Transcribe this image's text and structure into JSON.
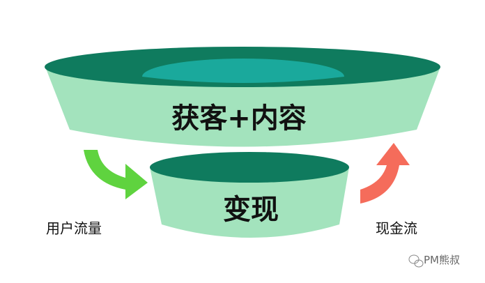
{
  "top_funnel": {
    "label": "获客+内容"
  },
  "bottom_funnel": {
    "label": "变现"
  },
  "left_arrow": {
    "label": "用户流量"
  },
  "right_arrow": {
    "label": "现金流"
  },
  "watermark": {
    "text": "PM熊叔",
    "icon": "wechat-icon"
  },
  "colors": {
    "dark_green": "#0f7b5e",
    "light_green": "#a3e3bd",
    "teal": "#1aa99c",
    "arrow_green": "#5fd33f",
    "arrow_red": "#f56c5b"
  }
}
